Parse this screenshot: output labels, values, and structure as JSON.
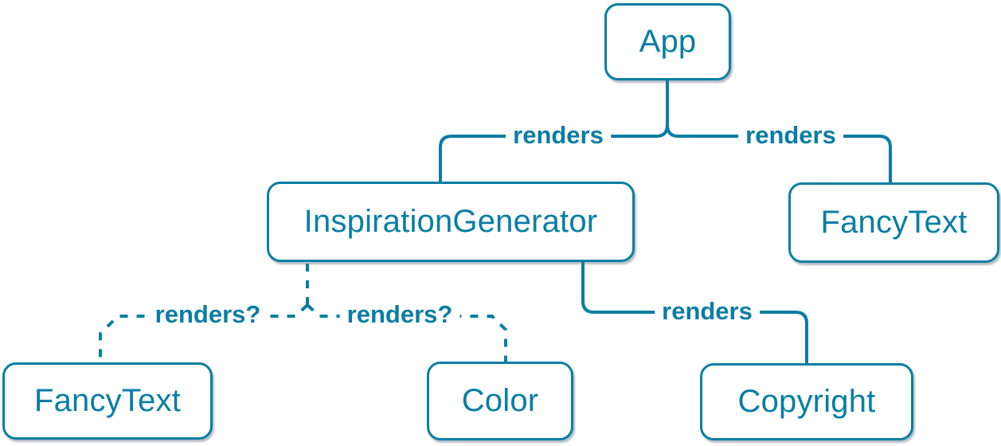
{
  "diagram": {
    "nodes": [
      {
        "id": "app",
        "label": "App"
      },
      {
        "id": "inspiration-generator",
        "label": "InspirationGenerator"
      },
      {
        "id": "fancy-text-top",
        "label": "FancyText"
      },
      {
        "id": "fancy-text-bottom",
        "label": "FancyText"
      },
      {
        "id": "color",
        "label": "Color"
      },
      {
        "id": "copyright",
        "label": "Copyright"
      }
    ],
    "edges": [
      {
        "from": "App",
        "to": "InspirationGenerator",
        "label": "renders",
        "style": "solid"
      },
      {
        "from": "App",
        "to": "FancyText",
        "label": "renders",
        "style": "solid"
      },
      {
        "from": "InspirationGenerator",
        "to": "FancyText",
        "label": "renders?",
        "style": "dashed"
      },
      {
        "from": "InspirationGenerator",
        "to": "Color",
        "label": "renders?",
        "style": "dashed"
      },
      {
        "from": "InspirationGenerator",
        "to": "Copyright",
        "label": "renders",
        "style": "solid"
      }
    ],
    "colors": {
      "accent": "#087ea4",
      "node_border": "#0a7ea4",
      "node_background": "#ffffff",
      "background": "#ffffff"
    }
  }
}
